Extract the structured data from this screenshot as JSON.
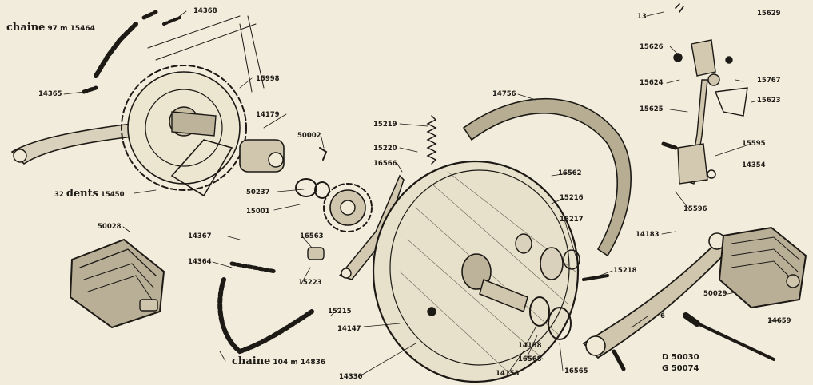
{
  "labels": {
    "chaine97": {
      "word": "chaine",
      "rest": "97 m 15464"
    },
    "l14368": "14368",
    "l14365": "14365",
    "l15998": "15998",
    "l14179": "14179",
    "l50002": "50002",
    "dents": {
      "pre": "32",
      "word": "dents",
      "post": "15450"
    },
    "l50237": "50237",
    "l15001": "15001",
    "l15219": "15219",
    "l15220": "15220",
    "l16566": "16566",
    "l14756": "14756",
    "l16562": "16562",
    "l15216": "15216",
    "l15217": "15217",
    "l15218": "15218",
    "l14183": "14183",
    "l50028": "50028",
    "l14367": "14367",
    "l14364": "14364",
    "l16563": "16563",
    "l15223": "15223",
    "l15215": "15215",
    "l14147": "14147",
    "chaine104": {
      "word": "chaine",
      "rest": "104  m  14836"
    },
    "l14330": "14330",
    "l14158": "14158",
    "l16568": "16568",
    "l14153": "14153",
    "l16565": "16565",
    "l6": "6",
    "l13": "13",
    "l15629": "15629",
    "l15626": "15626",
    "l15624": "15624",
    "l15767": "15767",
    "l15623": "15623",
    "l15625": "15625",
    "l15595": "15595",
    "l14354": "14354",
    "l15596": "15596",
    "l50029": "50029",
    "l14659": "14659",
    "d50030": "D 50030",
    "g50074": "G 50074"
  }
}
